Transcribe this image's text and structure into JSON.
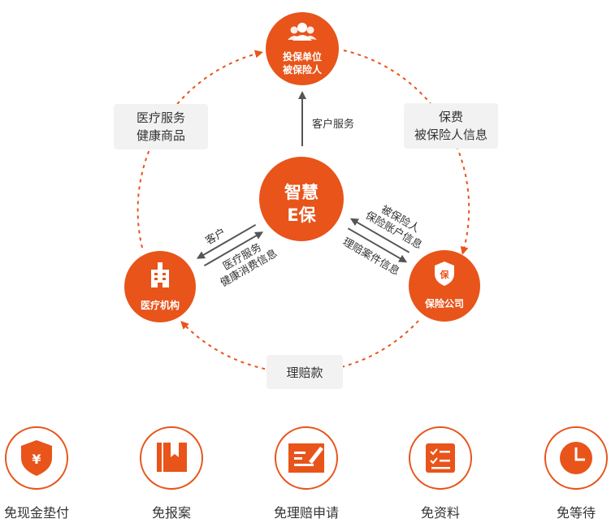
{
  "colors": {
    "accent": "#e8541a",
    "accent_dark": "#d94a12",
    "arrow_gray": "#555555",
    "label_bg": "#f2f2f2",
    "text": "#333333",
    "white": "#ffffff"
  },
  "center": {
    "line1": "智慧",
    "line2": "E保"
  },
  "nodes": {
    "insured": {
      "line1": "投保单位",
      "line2": "被保险人",
      "icon": "people-icon"
    },
    "hospital": {
      "label": "医疗机构",
      "icon": "hospital-icon"
    },
    "insurer": {
      "label": "保险公司",
      "icon_text": "保",
      "icon": "shield-icon"
    }
  },
  "outer_labels": {
    "top_left": {
      "line1": "医疗服务",
      "line2": "健康商品"
    },
    "top_right": {
      "line1": "保费",
      "line2": "被保险人信息"
    },
    "bottom": {
      "line1": "理赔款"
    }
  },
  "inner_labels": {
    "top": "客户服务",
    "left_upper": "客户",
    "left_lower_1": "医疗服务",
    "left_lower_2": "健康消费信息",
    "right_upper_1": "被保险人",
    "right_upper_2": "保险账户信息",
    "right_lower": "理赔案件信息"
  },
  "features": [
    {
      "label": "免现金垫付",
      "icon": "yuan-shield-icon",
      "icon_text": "¥"
    },
    {
      "label": "免报案",
      "icon": "bookmark-icon"
    },
    {
      "label": "免理赔申请",
      "icon": "edit-form-icon"
    },
    {
      "label": "免资料",
      "icon": "checklist-icon"
    },
    {
      "label": "免等待",
      "icon": "clock-icon"
    }
  ]
}
